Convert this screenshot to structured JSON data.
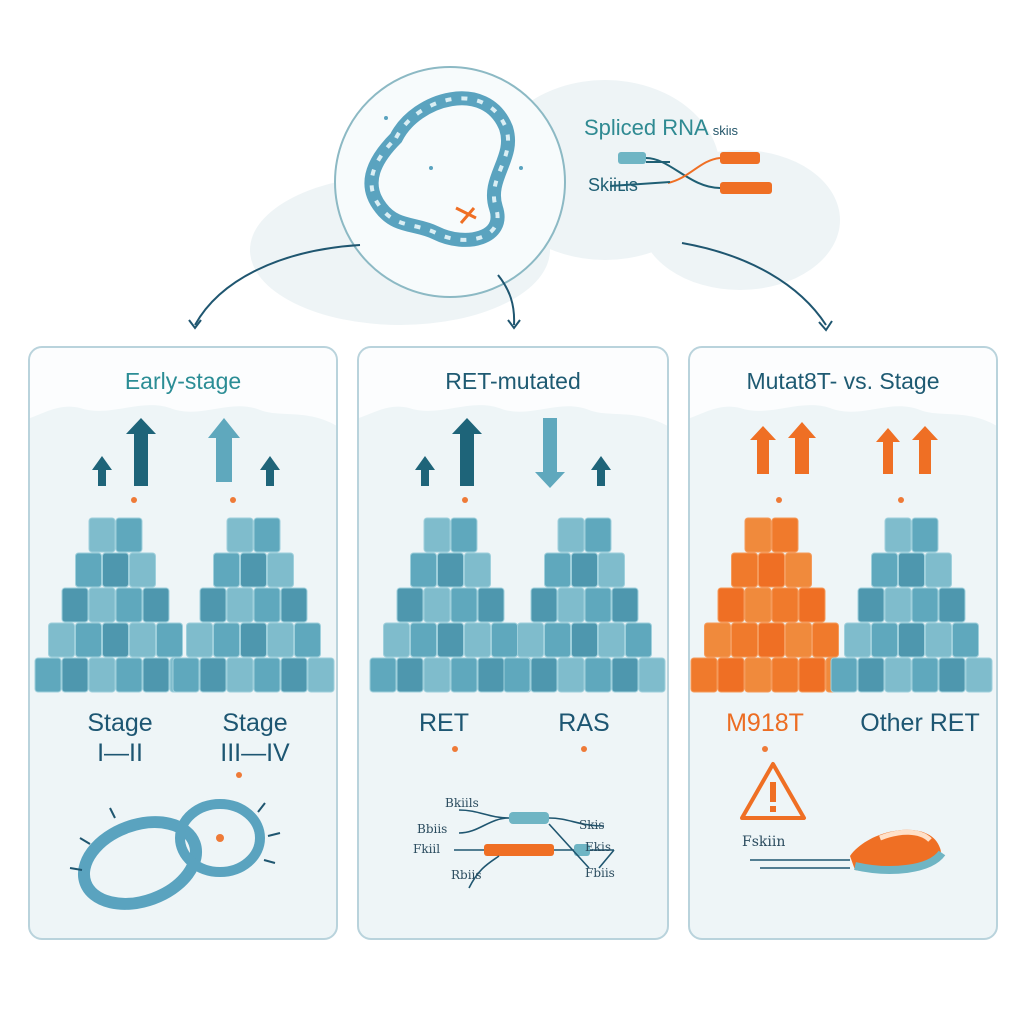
{
  "header": {
    "rna_title": "Spliced RNA",
    "rna_title_suffix": "ѕkiιs",
    "rna_label": "Skiiւιs"
  },
  "panels": [
    {
      "title": "Early-stage",
      "left_label": [
        "Stage",
        "I—II"
      ],
      "right_label": [
        "Stage",
        "III—IV"
      ],
      "left_arrows": "up",
      "right_arrows": "up",
      "left_color": "teal",
      "right_color": "teal"
    },
    {
      "title": "RET-mutated",
      "left_label": [
        "RET"
      ],
      "right_label": [
        "RAS"
      ],
      "left_arrows": "up",
      "right_arrows": "down",
      "left_color": "teal",
      "right_color": "teal",
      "diagram_labels": [
        "Bkiils",
        "Bbiis",
        "Fkiil",
        "Rbiis",
        "Skis",
        "Ekis",
        "Fbiis"
      ]
    },
    {
      "title": "Mutat8T- vs. Stage",
      "left_label": [
        "M918T"
      ],
      "right_label": [
        "Other RET"
      ],
      "left_arrows": "up",
      "right_arrows": "up",
      "left_color": "orange",
      "right_color": "teal",
      "diagram_labels": [
        "Fskiin"
      ]
    }
  ],
  "colors": {
    "teal_dark": "#1f6a7e",
    "teal_block": "#5fa8bd",
    "orange": "#ef6f24",
    "panel_bg": "#eef5f7",
    "title_text": "#1e5a72"
  }
}
